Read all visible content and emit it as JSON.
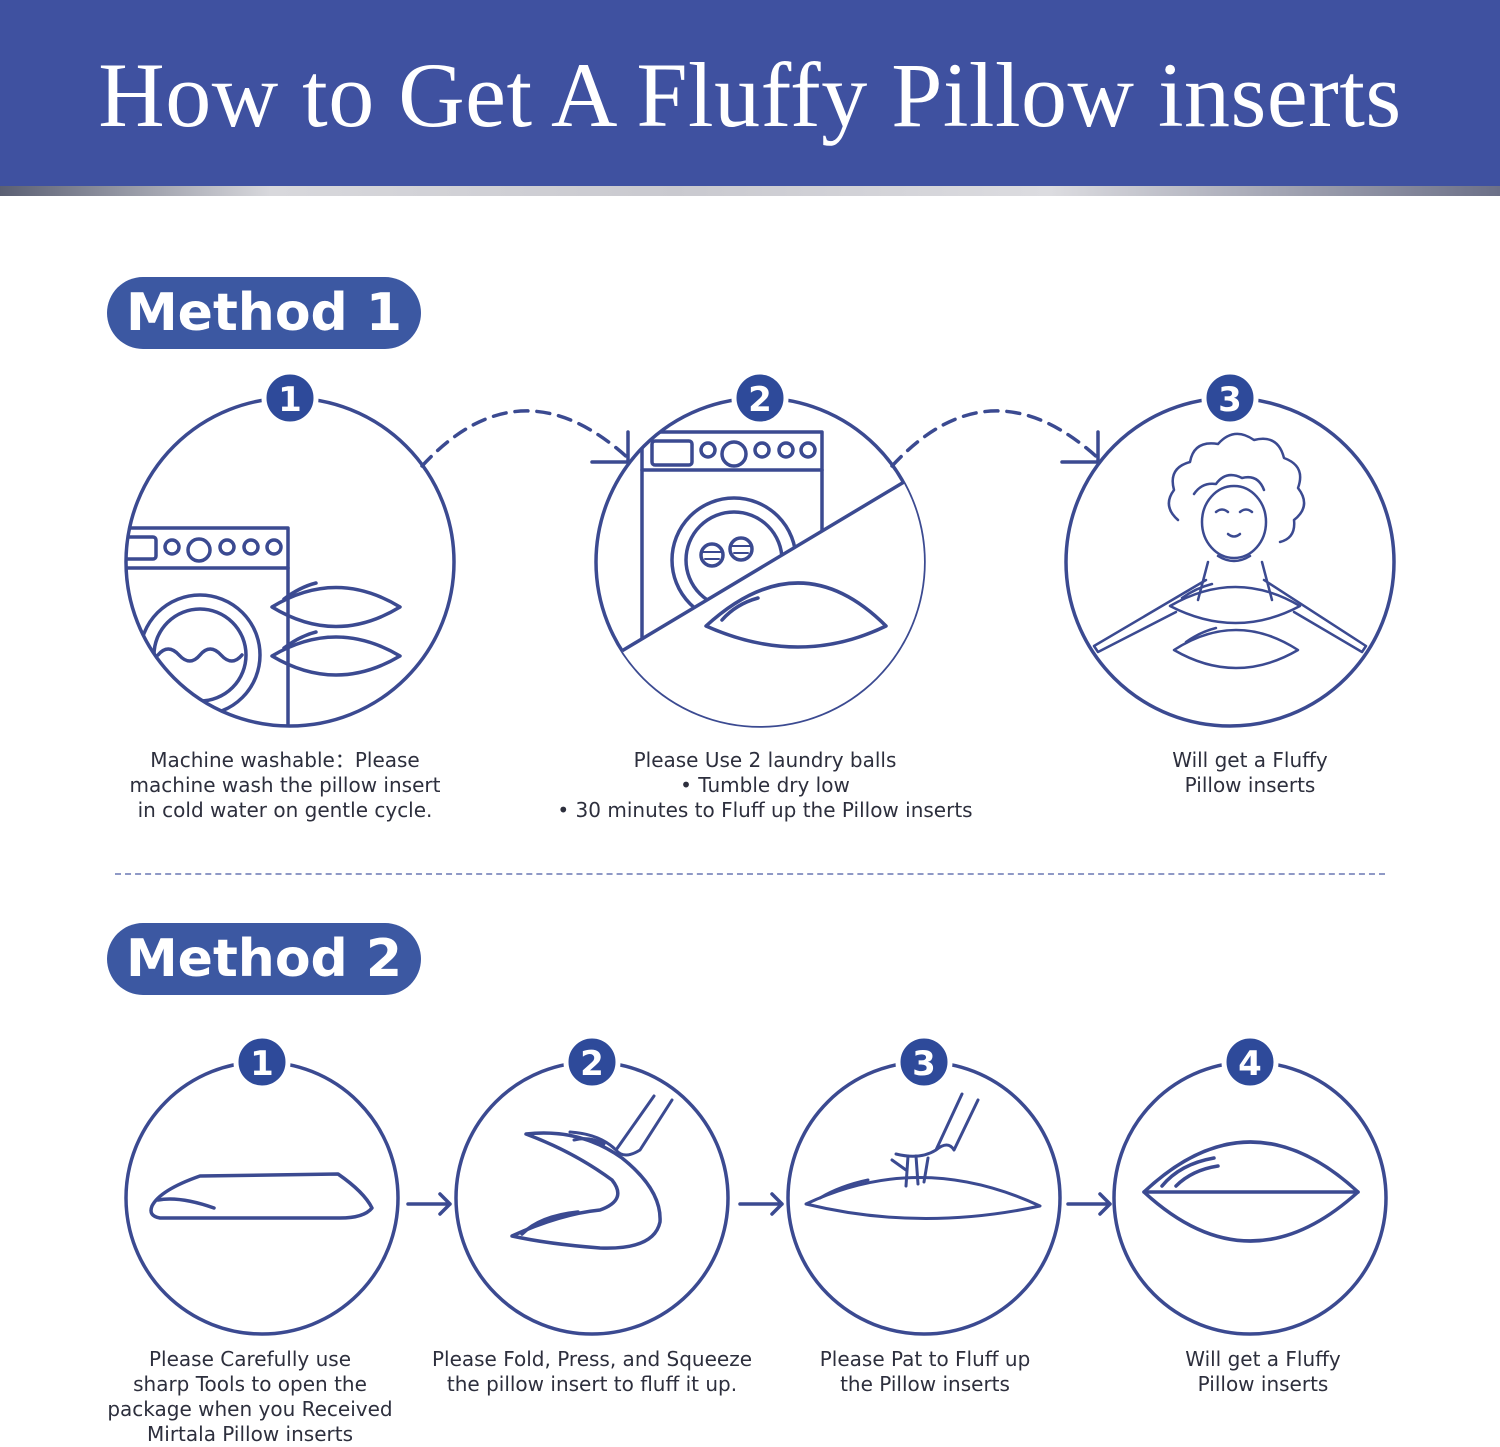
{
  "header": {
    "title": "How to Get A Fluffy Pillow inserts"
  },
  "method1": {
    "label": "Method 1",
    "steps": [
      {
        "number": "1",
        "caption": "Machine washable：Please\nmachine wash the pillow insert\nin cold water on gentle cycle."
      },
      {
        "number": "2",
        "caption": "Please Use 2 laundry balls\n• Tumble dry low\n• 30 minutes to Fluff up the Pillow inserts"
      },
      {
        "number": "3",
        "caption": "Will get a Fluffy\nPillow inserts"
      }
    ]
  },
  "method2": {
    "label": "Method 2",
    "steps": [
      {
        "number": "1",
        "caption": "Please Carefully use\nsharp Tools to open the\npackage when you Received\nMirtala Pillow inserts"
      },
      {
        "number": "2",
        "caption": "Please Fold, Press, and Squeeze\nthe pillow insert to fluff it up."
      },
      {
        "number": "3",
        "caption": "Please Pat to Fluff up\nthe Pillow inserts"
      },
      {
        "number": "4",
        "caption": "Will get a Fluffy\nPillow inserts"
      }
    ]
  },
  "colors": {
    "brand_blue": "#3f51a0",
    "line_blue": "#3b4a91",
    "pill_blue": "#3c58a2"
  },
  "icons": [
    "washing-machine-icon",
    "pillow-stack-icon",
    "laundry-balls-icon",
    "girl-hugging-pillows-icon",
    "flat-pillow-icon",
    "folded-pillow-icon",
    "hand-pat-icon",
    "fluffy-pillow-icon",
    "arrow-icon"
  ]
}
